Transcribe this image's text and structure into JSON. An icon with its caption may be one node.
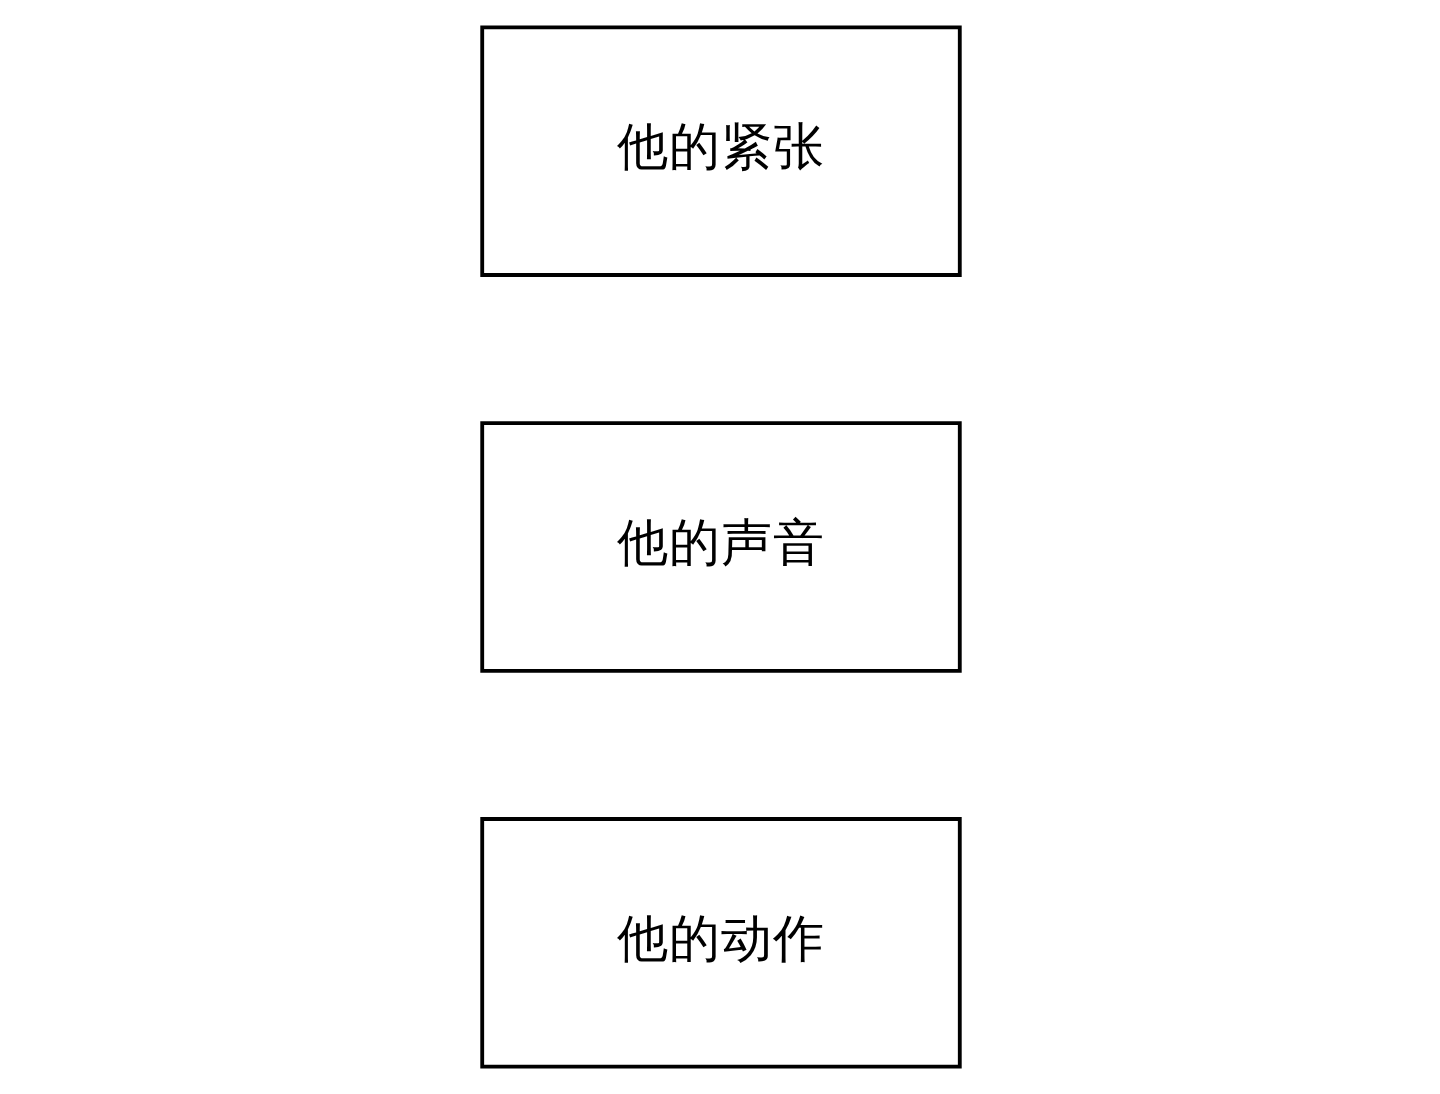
{
  "diagram": {
    "nodes": [
      {
        "text": [
          "他的紧张"
        ]
      },
      {
        "text": [
          "他的声音"
        ]
      },
      {
        "text": [
          "他的动作"
        ]
      }
    ]
  }
}
